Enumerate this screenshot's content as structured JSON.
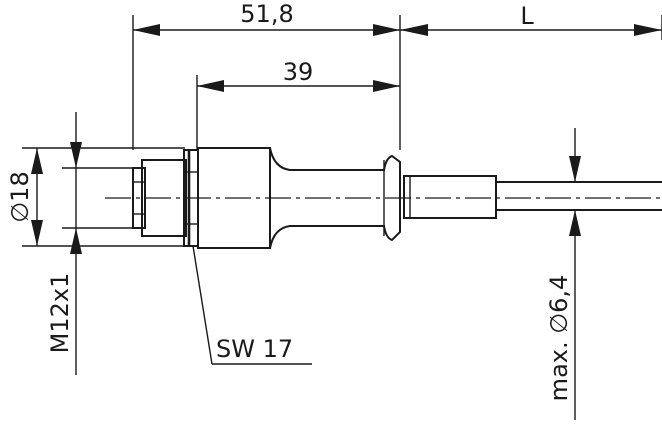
{
  "drawing": {
    "dimensions": {
      "overall_length": "51,8",
      "body_length": "39",
      "cable_length": "L",
      "diameter": "∅18",
      "thread": "M12x1",
      "wrench_size": "SW 17",
      "cable_diameter": "max. ∅6,4"
    }
  }
}
